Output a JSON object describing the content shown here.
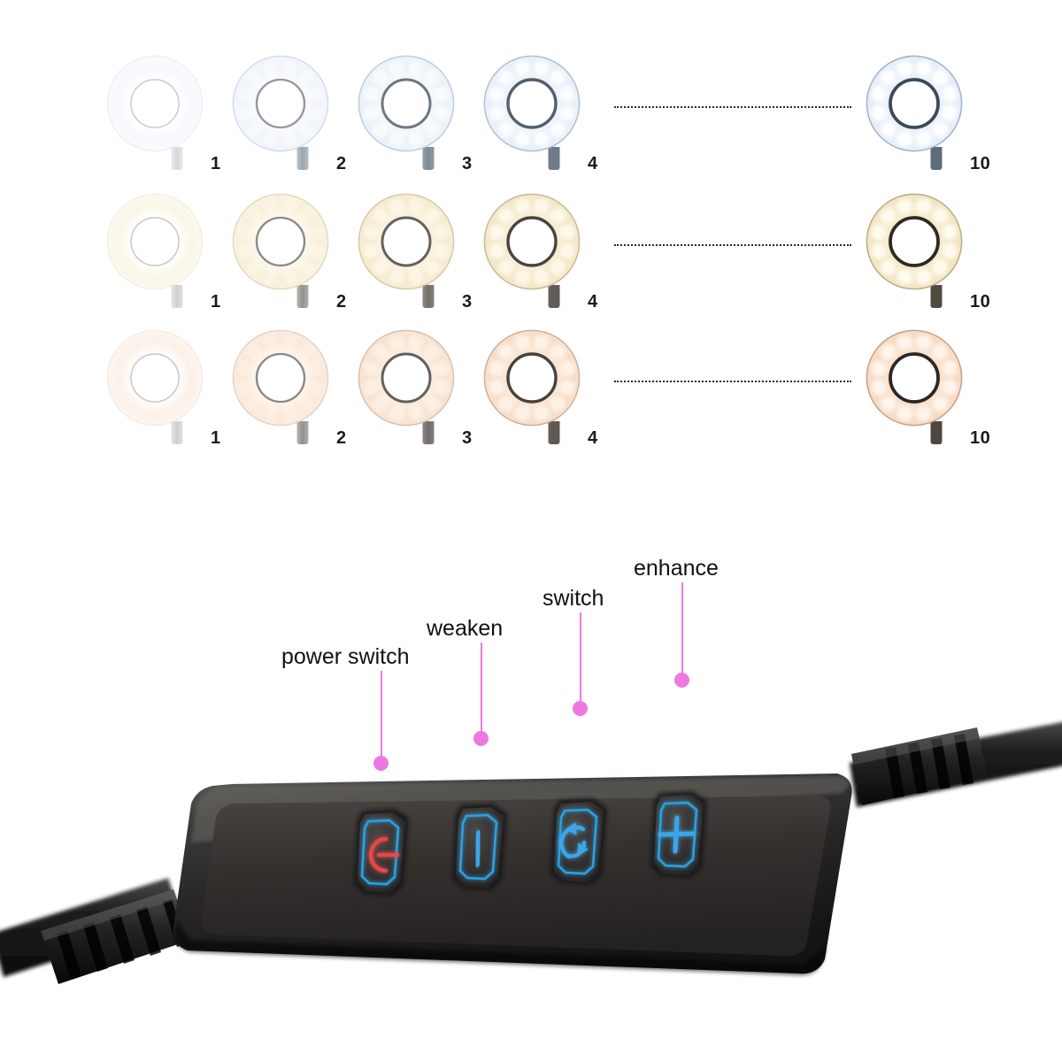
{
  "brightness_chart": {
    "levels_shown": [
      "1",
      "2",
      "3",
      "4",
      "10"
    ],
    "rows": [
      {
        "name": "cool-white",
        "label": "",
        "led_color": "#e4edf8",
        "led_glow": "#ffffff",
        "rim_color": "#9fb2c6",
        "inner_ring_color": "#3c4a58",
        "stem_color": "#5d6b7a",
        "cells": [
          {
            "level": "1",
            "intensity": 0.1
          },
          {
            "level": "2",
            "intensity": 0.45
          },
          {
            "level": "3",
            "intensity": 0.68
          },
          {
            "level": "4",
            "intensity": 0.85
          },
          {
            "level": "10",
            "intensity": 1.0
          }
        ]
      },
      {
        "name": "warm-yellow",
        "label": "",
        "led_color": "#f2e4c0",
        "led_glow": "#fffbee",
        "rim_color": "#b9ab86",
        "inner_ring_color": "#2e2a22",
        "stem_color": "#4f4a42",
        "cells": [
          {
            "level": "1",
            "intensity": 0.1
          },
          {
            "level": "2",
            "intensity": 0.45
          },
          {
            "level": "3",
            "intensity": 0.68
          },
          {
            "level": "4",
            "intensity": 0.85
          },
          {
            "level": "10",
            "intensity": 1.0
          }
        ]
      },
      {
        "name": "warm-peach",
        "label": "",
        "led_color": "#f7d9c0",
        "led_glow": "#fff5ec",
        "rim_color": "#c0a28c",
        "inner_ring_color": "#2b2724",
        "stem_color": "#4d4742",
        "cells": [
          {
            "level": "1",
            "intensity": 0.1
          },
          {
            "level": "2",
            "intensity": 0.45
          },
          {
            "level": "3",
            "intensity": 0.68
          },
          {
            "level": "4",
            "intensity": 0.85
          },
          {
            "level": "10",
            "intensity": 1.0
          }
        ]
      }
    ]
  },
  "controller": {
    "callouts": [
      {
        "id": "power-switch",
        "label": "power switch",
        "icon": "power-icon",
        "icon_color": "#e04a46"
      },
      {
        "id": "weaken",
        "label": "weaken",
        "icon": "minus-bar-icon",
        "icon_color": "#3aa6e8"
      },
      {
        "id": "switch",
        "label": "switch",
        "icon": "cycle-arrows-icon",
        "icon_color": "#3aa6e8"
      },
      {
        "id": "enhance",
        "label": "enhance",
        "icon": "plus-icon",
        "icon_color": "#3aa6e8"
      }
    ],
    "colors": {
      "body": "#232323",
      "body_highlight": "#54524f",
      "button_outline": "#2f9fe0",
      "callout_accent": "#ef78e0",
      "power_icon": "#e04a46"
    }
  }
}
